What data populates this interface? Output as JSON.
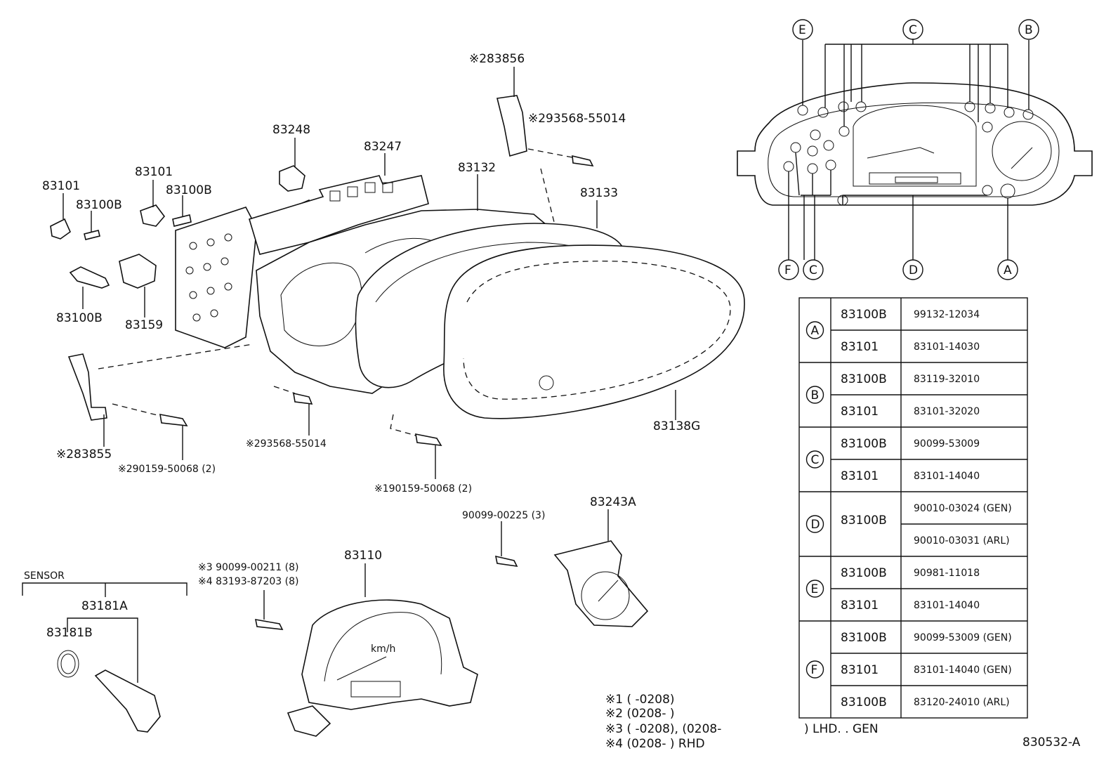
{
  "exploded_labels": {
    "p83101_a": "83101",
    "p83100b_a": "83100B",
    "p83101_b": "83101",
    "p83100b_b": "83100B",
    "p83100b_c": "83100B",
    "p83159": "83159",
    "p83248": "83248",
    "p83247": "83247",
    "p83132": "83132",
    "p83133": "83133",
    "p83856": "※283856",
    "p93568_top": "※293568-55014",
    "p83855": "※283855",
    "p90159_a": "※290159-50068 (2)",
    "p93568_mid": "※293568-55014",
    "p90159_b": "※190159-50068 (2)",
    "p83138g": "83138G",
    "p90099_00225": "90099-00225 (3)",
    "p83243a": "83243A",
    "p83110": "83110",
    "p90099_00211": "※3 90099-00211 (8)",
    "p83193": "※4 83193-87203 (8)",
    "sensor": "SENSOR",
    "p83181a": "83181A",
    "p83181b": "83181B",
    "speedo_unit": "km/h"
  },
  "circle_labels": {
    "E": "E",
    "C_top": "C",
    "B": "B",
    "F": "F",
    "C_bot": "C",
    "D": "D",
    "A": "A"
  },
  "table": {
    "rows": [
      {
        "group": "A",
        "entries": [
          [
            "83100B",
            "99132-12034"
          ],
          [
            "83101",
            "83101-14030"
          ]
        ]
      },
      {
        "group": "B",
        "entries": [
          [
            "83100B",
            "83119-32010"
          ],
          [
            "83101",
            "83101-32020"
          ]
        ]
      },
      {
        "group": "C",
        "entries": [
          [
            "83100B",
            "90099-53009"
          ],
          [
            "83101",
            "83101-14040"
          ]
        ]
      },
      {
        "group": "D",
        "entries": [
          [
            "83100B",
            "90010-03024 (GEN)"
          ],
          [
            "",
            "90010-03031 (ARL)"
          ]
        ]
      },
      {
        "group": "E",
        "entries": [
          [
            "83100B",
            "90981-11018"
          ],
          [
            "83101",
            "83101-14040"
          ]
        ]
      },
      {
        "group": "F",
        "entries": [
          [
            "83100B",
            "90099-53009 (GEN)"
          ],
          [
            "83101",
            "83101-14040 (GEN)"
          ],
          [
            "83100B",
            "83120-24010 (ARL)"
          ]
        ]
      }
    ]
  },
  "notes": {
    "n1": "※1 (       -0208)",
    "n2": "※2 (0208-       )",
    "n3": "※3 (       -0208), (0208-",
    "n3b": ") LHD. . GEN",
    "n4": "※4 (0208-       ) RHD"
  },
  "diagram_code": "830532-A"
}
